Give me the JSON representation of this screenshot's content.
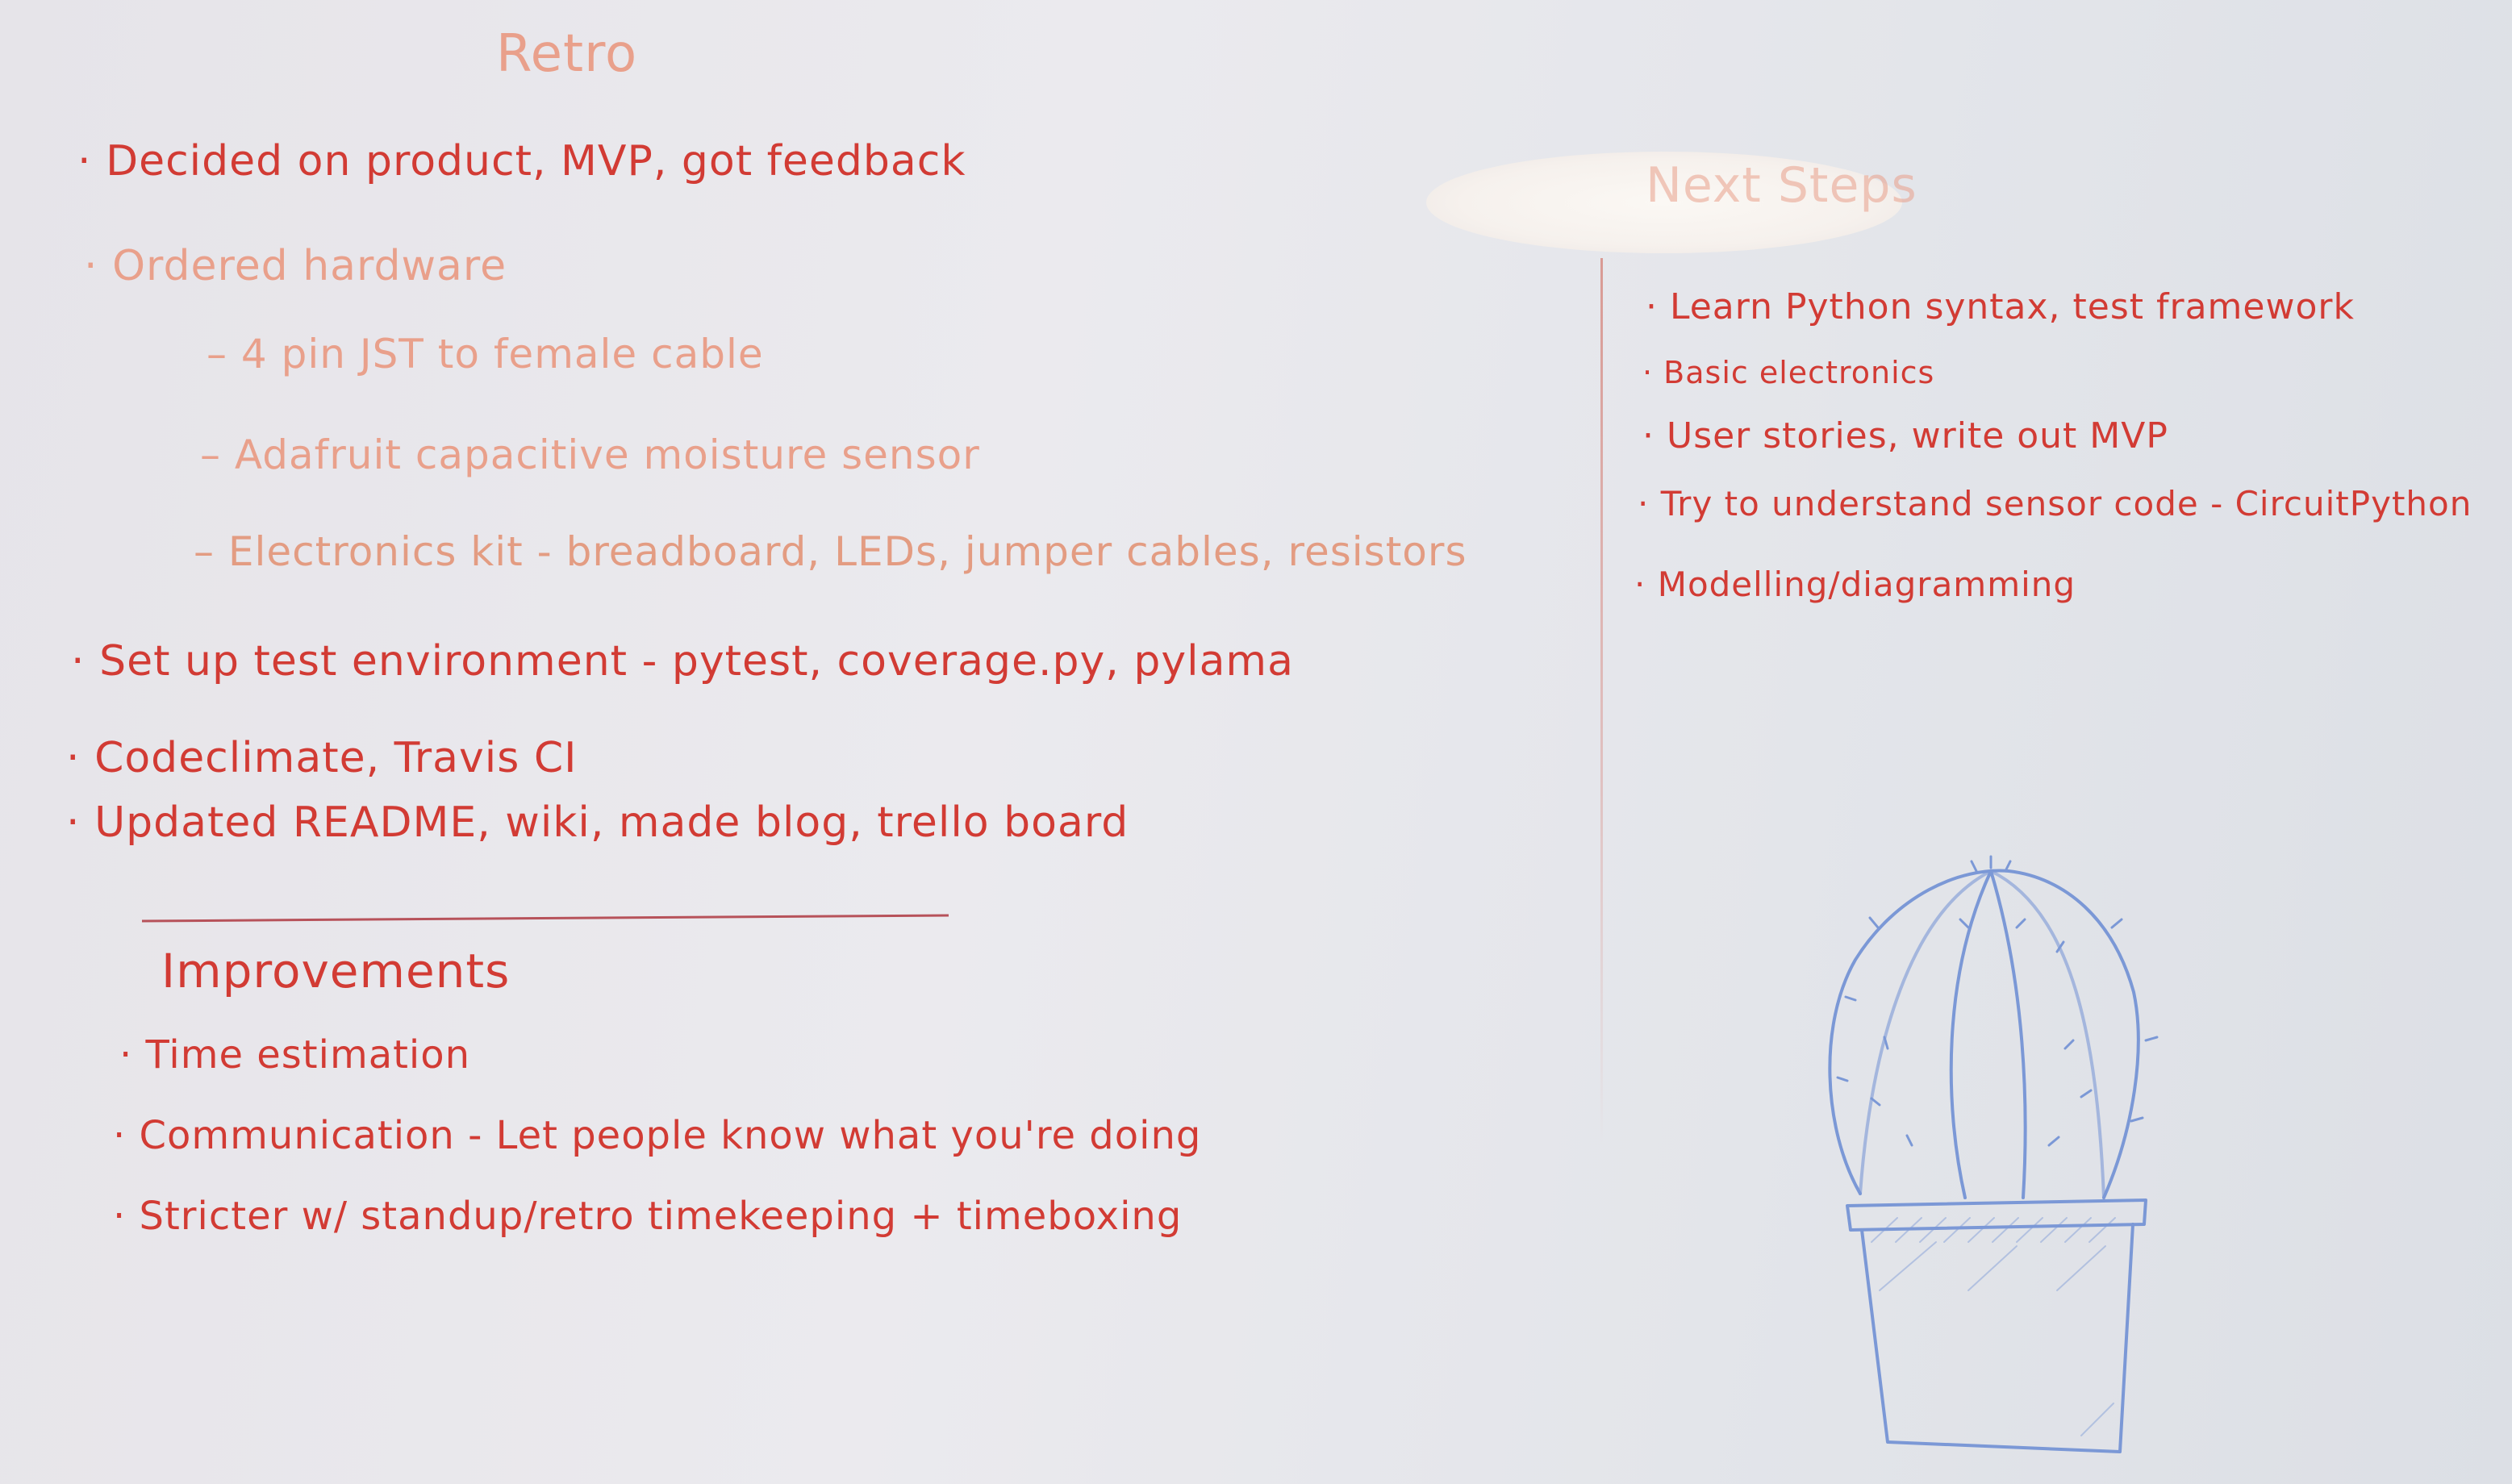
{
  "retro": {
    "title": "Retro",
    "items": [
      "Decided on product, MVP, got feedback",
      "Ordered hardware",
      "4 pin JST to female cable",
      "Adafruit capacitive moisture sensor",
      "Electronics kit - breadboard, LEDs, jumper cables, resistors",
      "Set up test environment - pytest, coverage.py, pylama",
      "Codeclimate, Travis CI",
      "Updated README, wiki, made blog, trello board"
    ]
  },
  "improvements": {
    "title": "Improvements",
    "items": [
      "Time estimation",
      "Communication - Let people know what you're doing",
      "Stricter w/ standup/retro timekeeping + timeboxing"
    ]
  },
  "next_steps": {
    "title": "Next Steps",
    "items": [
      "Learn Python syntax, test framework",
      "Basic electronics",
      "User stories, write out MVP",
      "Try to understand sensor code - CircuitPython",
      "Modelling/diagramming"
    ]
  },
  "colors": {
    "marker_red": "#d23b34",
    "faded_orange": "#e9a08b",
    "marker_blue": "#7b98d6",
    "board": "#e8e7eb"
  }
}
